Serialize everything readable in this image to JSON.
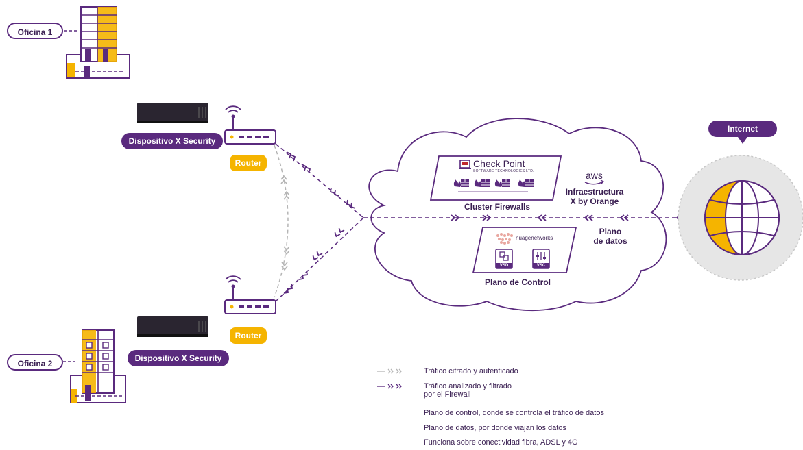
{
  "offices": {
    "office1": "Oficina 1",
    "office2": "Oficina 2"
  },
  "devices": {
    "device_top": "Dispositivo X Security",
    "device_bottom": "Dispositivo X Security",
    "router_top": "Router",
    "router_bottom": "Router"
  },
  "cloud": {
    "checkpoint_brand": "Check Point",
    "checkpoint_sub": "SOFTWARE TECHNOLOGIES LTD.",
    "cluster_label": "Cluster Firewalls",
    "aws_logo": "aws",
    "infra_label_line1": "Infraestructura",
    "infra_label_line2": "X by Orange",
    "nuage_logo": "nuagenetworks",
    "vsd": "VSD",
    "vsc": "VSC",
    "control_label": "Plano de Control",
    "data_plane_line1": "Plano",
    "data_plane_line2": "de datos"
  },
  "internet": "Internet",
  "legend": {
    "item1": "Tráfico cifrado y autenticado",
    "item2_line1": "Tráfico analizado y filtrado",
    "item2_line2": "por el Firewall",
    "item3": "Plano de control, donde se controla el tráfico de datos",
    "item4": "Plano de datos, por donde viajan los datos",
    "item5": "Funciona sobre conectividad fibra, ADSL y 4G"
  },
  "colors": {
    "purple": "#5a2a7e",
    "dark_purple": "#3a1f52",
    "yellow": "#f5b400",
    "gray": "#b5b5b5",
    "light_gray": "#e6e6e6"
  },
  "icons": [
    "building-icon",
    "device-icon",
    "router-icon",
    "wifi-icon",
    "cloud-icon",
    "globe-icon",
    "firewall-icon",
    "server-icon",
    "arrow-icon"
  ]
}
